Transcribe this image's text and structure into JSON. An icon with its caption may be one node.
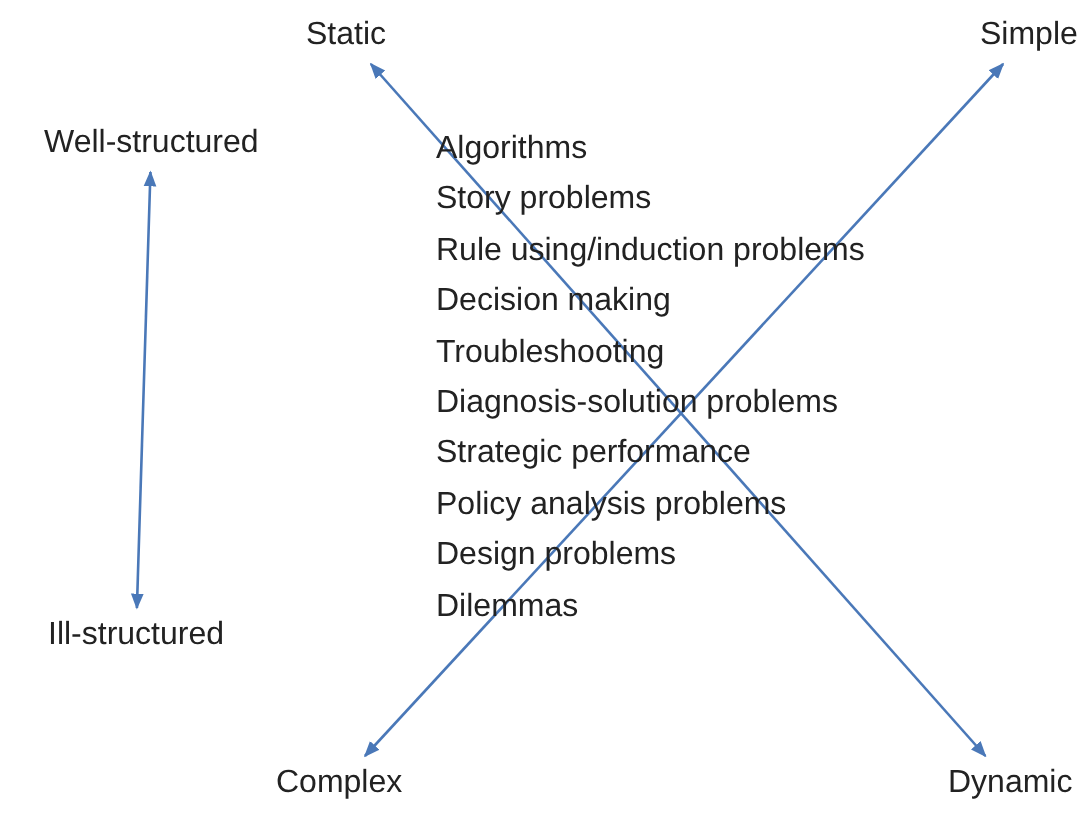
{
  "diagram": {
    "nodes": [
      {
        "text": [
          "Static"
        ]
      },
      {
        "text": [
          "Simple"
        ]
      },
      {
        "text": [
          "Complex"
        ]
      },
      {
        "text": [
          "Dynamic"
        ]
      },
      {
        "text": [
          "Well-structured"
        ]
      },
      {
        "text": [
          "Ill-structured"
        ]
      }
    ],
    "edges": [
      {
        "from": 0,
        "to": 3,
        "arrow": "both"
      },
      {
        "from": 2,
        "to": 1,
        "arrow": "both"
      },
      {
        "from": 4,
        "to": 5,
        "arrow": "both"
      }
    ],
    "labels": [
      "Algorithms",
      "Story problems",
      "Rule using/induction problems",
      "Decision making",
      "Troubleshooting",
      "Diagnosis-solution problems",
      "Strategic performance",
      "Policy analysis problems",
      "Design problems",
      "Dilemmas"
    ]
  }
}
